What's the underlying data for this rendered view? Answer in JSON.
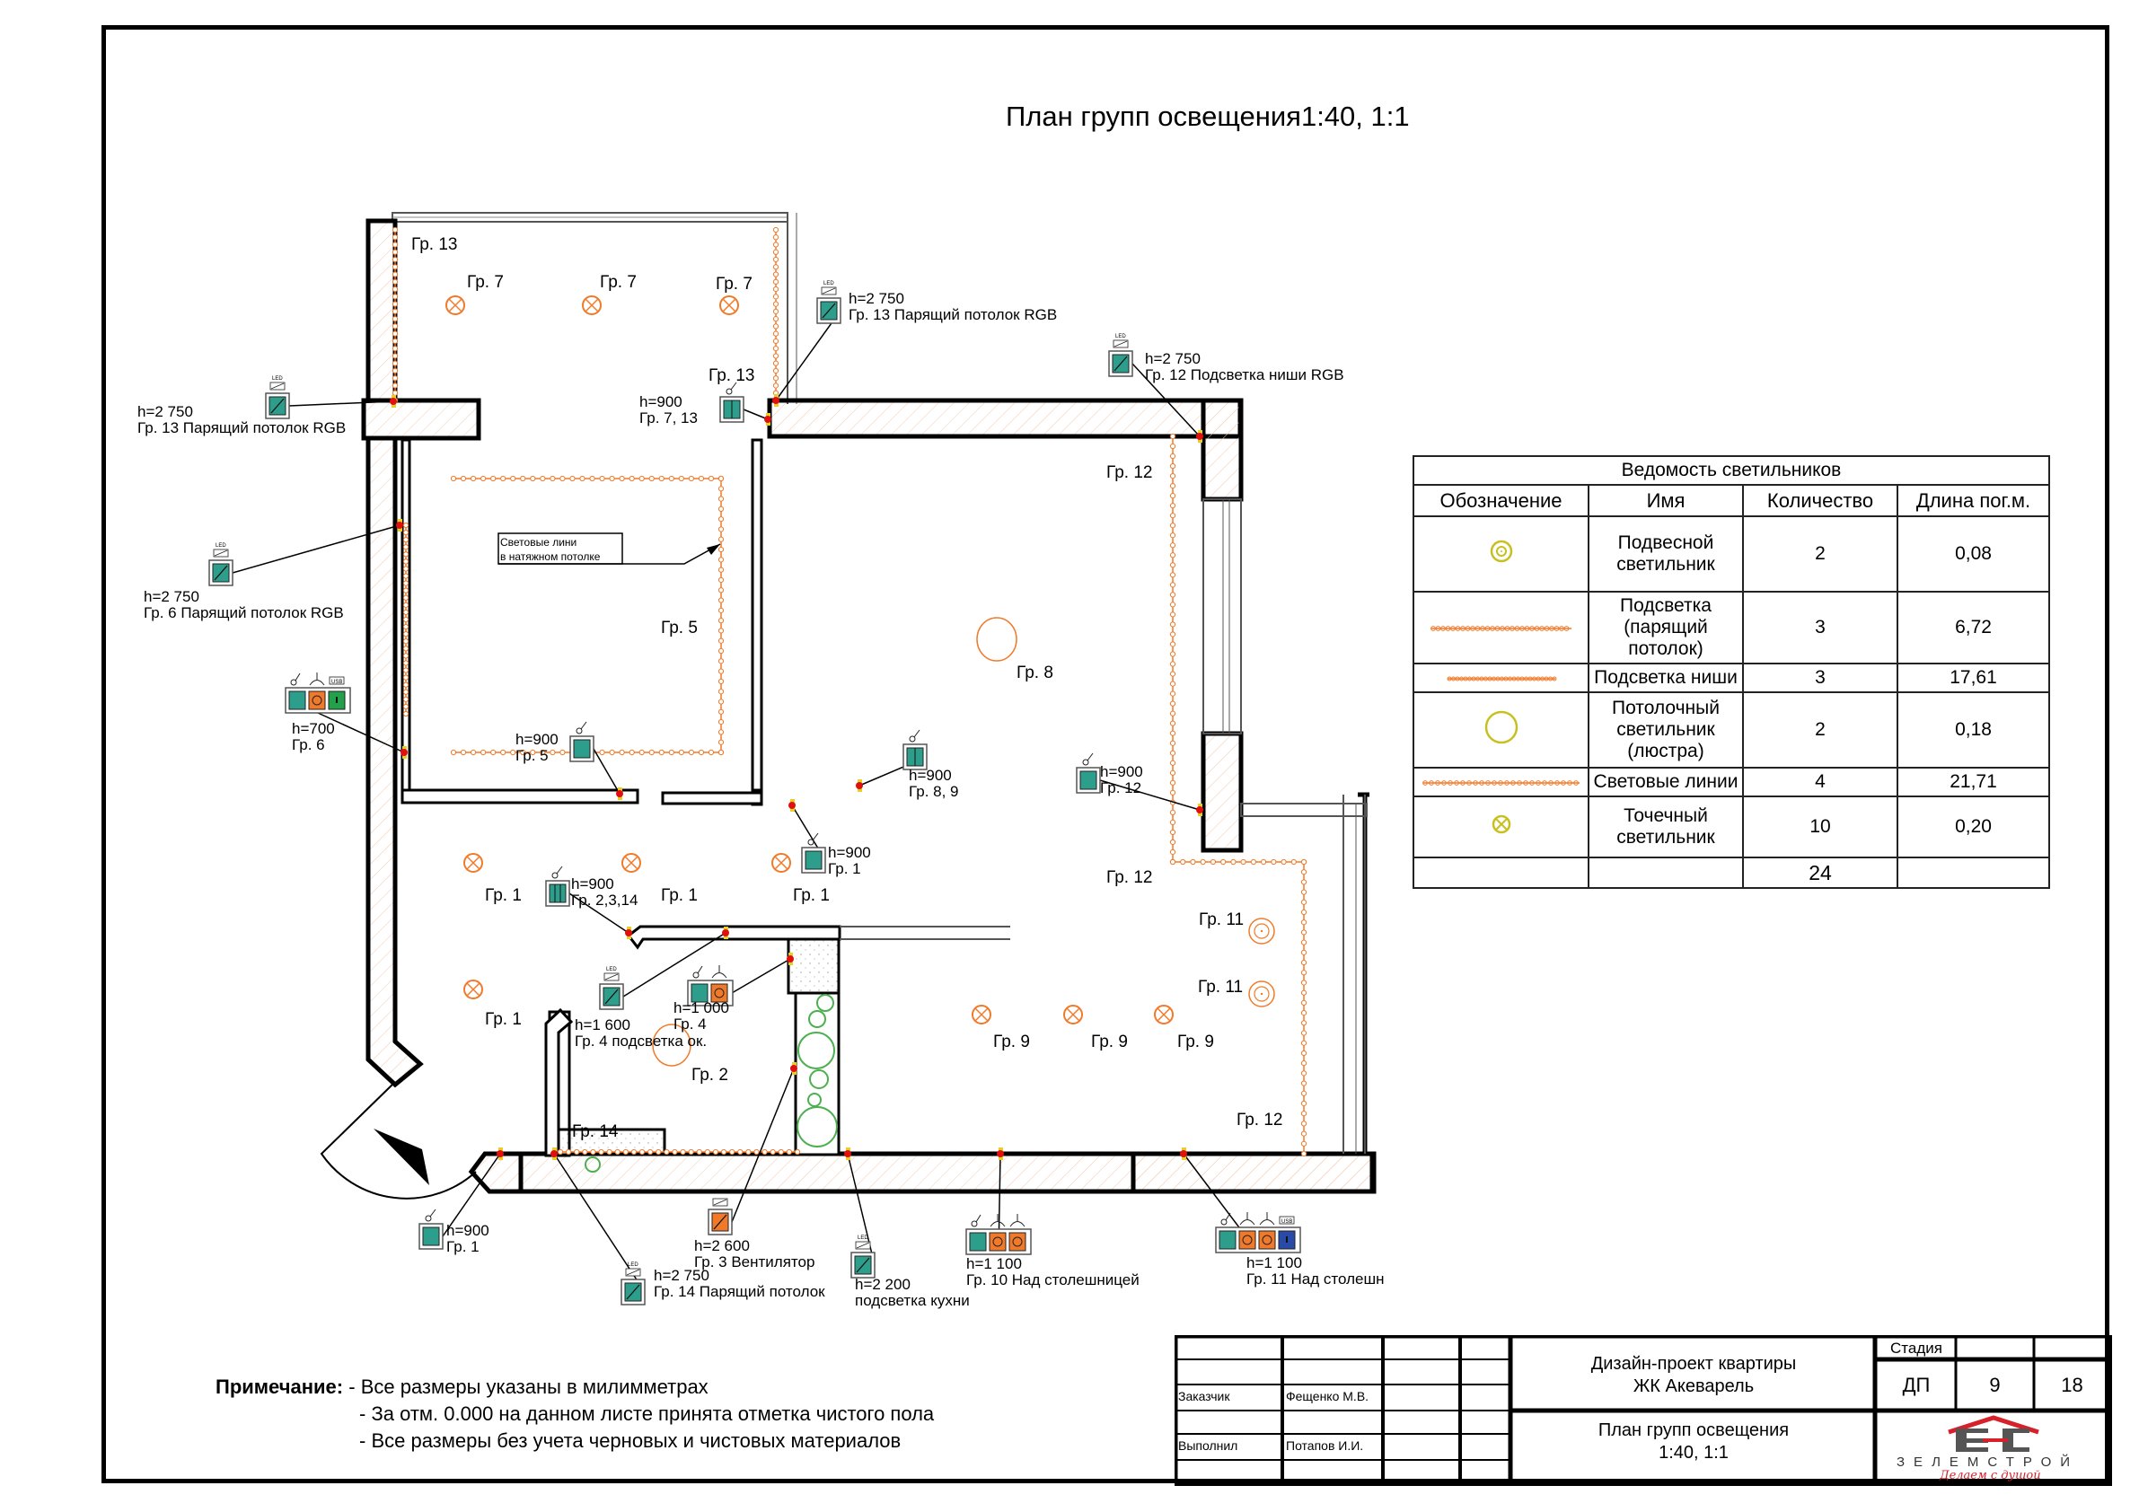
{
  "sheet": {
    "title": "План групп освещения1:40, 1:1"
  },
  "plan": {
    "group_labels": [
      {
        "id": "g13-top",
        "text": "Гр. 13"
      },
      {
        "id": "g7-a",
        "text": "Гр. 7"
      },
      {
        "id": "g7-b",
        "text": "Гр. 7"
      },
      {
        "id": "g7-c",
        "text": "Гр. 7"
      },
      {
        "id": "g13-mid",
        "text": "Гр. 13"
      },
      {
        "id": "g12-a",
        "text": "Гр. 12"
      },
      {
        "id": "g5",
        "text": "Гр. 5"
      },
      {
        "id": "g8",
        "text": "Гр. 8"
      },
      {
        "id": "g12-b",
        "text": "Гр. 12"
      },
      {
        "id": "g1-a",
        "text": "Гр. 1"
      },
      {
        "id": "g1-b",
        "text": "Гр. 1"
      },
      {
        "id": "g1-c",
        "text": "Гр. 1"
      },
      {
        "id": "g1-d",
        "text": "Гр. 1"
      },
      {
        "id": "g11-a",
        "text": "Гр. 11"
      },
      {
        "id": "g11-b",
        "text": "Гр. 11"
      },
      {
        "id": "g2",
        "text": "Гр. 2"
      },
      {
        "id": "g9-a",
        "text": "Гр. 9"
      },
      {
        "id": "g9-b",
        "text": "Гр. 9"
      },
      {
        "id": "g9-c",
        "text": "Гр. 9"
      },
      {
        "id": "g12-c",
        "text": "Гр. 12"
      },
      {
        "id": "g14",
        "text": "Гр. 14"
      }
    ],
    "callout_note": {
      "line1": "Световые лини",
      "line2": "в натяжном потолке"
    },
    "devices": [
      {
        "id": "d1",
        "line1": "h=2 750",
        "line2": "Гр. 13 Парящий потолок RGB"
      },
      {
        "id": "d2",
        "line1": "h=900",
        "line2": "Гр. 7, 13"
      },
      {
        "id": "d3",
        "line1": "h=2 750",
        "line2": "Гр. 13 Парящий потолок RGB"
      },
      {
        "id": "d4",
        "line1": "h=2 750",
        "line2": "Гр. 12 Подсветка ниши RGB"
      },
      {
        "id": "d5",
        "line1": "h=2 750",
        "line2": "Гр. 6 Парящий потолок RGB"
      },
      {
        "id": "d6",
        "line1": "h=700",
        "line2": "Гр. 6"
      },
      {
        "id": "d7",
        "line1": "h=900",
        "line2": "Гр. 5"
      },
      {
        "id": "d8",
        "line1": "h=900",
        "line2": "Гр. 8, 9"
      },
      {
        "id": "d9",
        "line1": "h=900",
        "line2": "Гр. 12"
      },
      {
        "id": "d10",
        "line1": "h=900",
        "line2": "Гр. 1"
      },
      {
        "id": "d11",
        "line1": "h=900",
        "line2": "Гр. 2,3,14"
      },
      {
        "id": "d12",
        "line1": "h=1 600",
        "line2": "Гр. 4 подсветка ок."
      },
      {
        "id": "d13",
        "line1": "h=1 000",
        "line2": "Гр. 4"
      },
      {
        "id": "d14",
        "line1": "h=900",
        "line2": "Гр. 1"
      },
      {
        "id": "d15",
        "line1": "h=2 600",
        "line2": "Гр. 3 Вентилятор"
      },
      {
        "id": "d16",
        "line1": "h=2 750",
        "line2": "Гр. 14 Парящий потолок"
      },
      {
        "id": "d17",
        "line1": "h=2 200",
        "line2": "подсветка кухни"
      },
      {
        "id": "d18",
        "line1": "h=1 100",
        "line2": "Гр. 10 Над столешницей"
      },
      {
        "id": "d19",
        "line1": "h=1 100",
        "line2": "Гр. 11 Над столешн"
      }
    ],
    "icon_labels": {
      "led": "LED",
      "usb": "USB"
    }
  },
  "schedule": {
    "caption": "Ведомость светильников",
    "headers": [
      "Обозначение",
      "Имя",
      "Количество",
      "Длина пог.м."
    ],
    "rows": [
      {
        "symbol": "pendant-light-icon",
        "name": "Подвесной светильник",
        "qty": "2",
        "length": "0,08"
      },
      {
        "symbol": "floating-ceiling-strip-icon",
        "name": "Подсветка (парящий потолок)",
        "qty": "3",
        "length": "6,72"
      },
      {
        "symbol": "niche-strip-icon",
        "name": "Подсветка ниши",
        "qty": "3",
        "length": "17,61"
      },
      {
        "symbol": "chandelier-icon",
        "name": "Потолочный светильник (люстра)",
        "qty": "2",
        "length": "0,18"
      },
      {
        "symbol": "light-line-icon",
        "name": "Световые линии",
        "qty": "4",
        "length": "21,71"
      },
      {
        "symbol": "spot-light-icon",
        "name": "Точечный светильник",
        "qty": "10",
        "length": "0,20"
      }
    ],
    "total_qty": "24"
  },
  "note": {
    "label": "Примечание:",
    "lines": [
      "- Все размеры указаны в милимметрах",
      "- За отм. 0.000 на данном листе принята отметка чистого пола",
      "-  Все размеры без учета черновых и чистовых материалов"
    ]
  },
  "title_block": {
    "customer_label": "Заказчик",
    "customer_name": "Фещенко М.В.",
    "performer_label": "Выполнил",
    "performer_name": "Потапов И.И.",
    "project_line1": "Дизайн-проект квартиры",
    "project_line2": "ЖК Акеварель",
    "sheet_line1": "План групп освещения",
    "sheet_line2": "1:40, 1:1",
    "stage_label": "Стадия",
    "stage": "ДП",
    "sheet_no": "9",
    "sheets_total": "18",
    "company": "ЗЕЛЕМСТРОЙ",
    "slogan": "Делаем с душой"
  },
  "colors": {
    "orange": "#f07a2a",
    "teal": "#2e9e8c",
    "green_usb": "#22a04a",
    "blue_usb": "#2a4aa8",
    "olive_symbol": "#c8c020",
    "outlet_point": "#e01010",
    "logo_red": "#d8202a",
    "logo_grey": "#555555"
  }
}
